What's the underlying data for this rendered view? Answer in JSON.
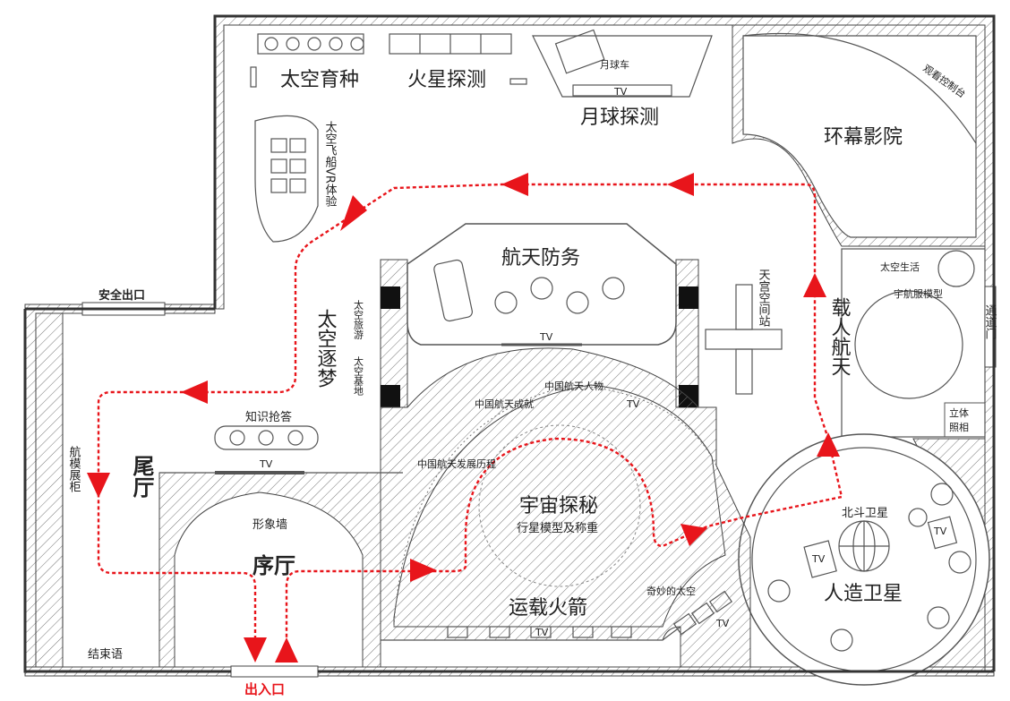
{
  "colors": {
    "route": "#e8151b",
    "wall": "#333333",
    "text": "#222222"
  },
  "zones": {
    "space_breeding": "太空育种",
    "mars_exploration": "火星探测",
    "lunar_rover": "月球车",
    "lunar_exploration": "月球探测",
    "dome_cinema_seats": "观看控制台",
    "dome_cinema": "环幕影院",
    "spaceship_vr": "太空飞船VR体验",
    "space_defense": "航天防务",
    "tiangong_station": "天宫空间站",
    "space_dream": "太空逐梦",
    "space_travel": "太空旅游",
    "space_base": "太空基地",
    "manned_spaceflight": "载人航天",
    "space_life": "太空生活",
    "spacesuit_model": "宇航服模型",
    "passage_door": "通道门",
    "stereo_photo": "立体照相",
    "china_aerospace_people": "中国航天人物",
    "china_aerospace_achievements": "中国航天成就",
    "china_aerospace_development": "中国航天发展历程",
    "universe_mystery": "宇宙探秘",
    "planet_model": "行星模型及称重",
    "quiz": "知识抢答",
    "tail_hall": "尾厅",
    "aircraft_model_cabinet": "航模展柜",
    "image_wall": "形象墙",
    "prelude_hall": "序厅",
    "carrier_rocket": "运载火箭",
    "wonderful_space": "奇妙的太空",
    "beidou": "北斗卫星",
    "artificial_satellite": "人造卫星",
    "closing_words": "结束语",
    "safety_exit": "安全出口",
    "entrance_exit": "出入口"
  },
  "tv_labels": {
    "tv": "TV"
  }
}
